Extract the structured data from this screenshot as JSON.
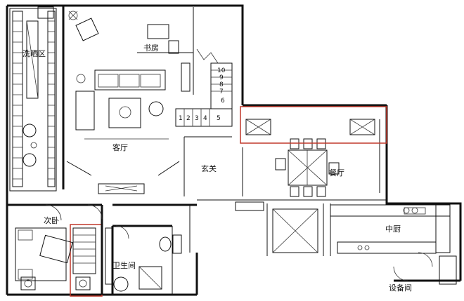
{
  "rooms": {
    "laundry": "洗晒区",
    "study": "书房",
    "living": "客厅",
    "entry": "玄关",
    "dining": "餐厅",
    "bedroom": "次卧",
    "bath": "卫生间",
    "kitchen": "中厨",
    "equipment": "设备间"
  },
  "stairs": {
    "upper": [
      "10",
      "9",
      "8",
      "7",
      "6"
    ],
    "lower": [
      "1",
      "2",
      "3",
      "4",
      "5"
    ]
  },
  "colors": {
    "wall": "#111111",
    "highlight": "#c0392b"
  }
}
